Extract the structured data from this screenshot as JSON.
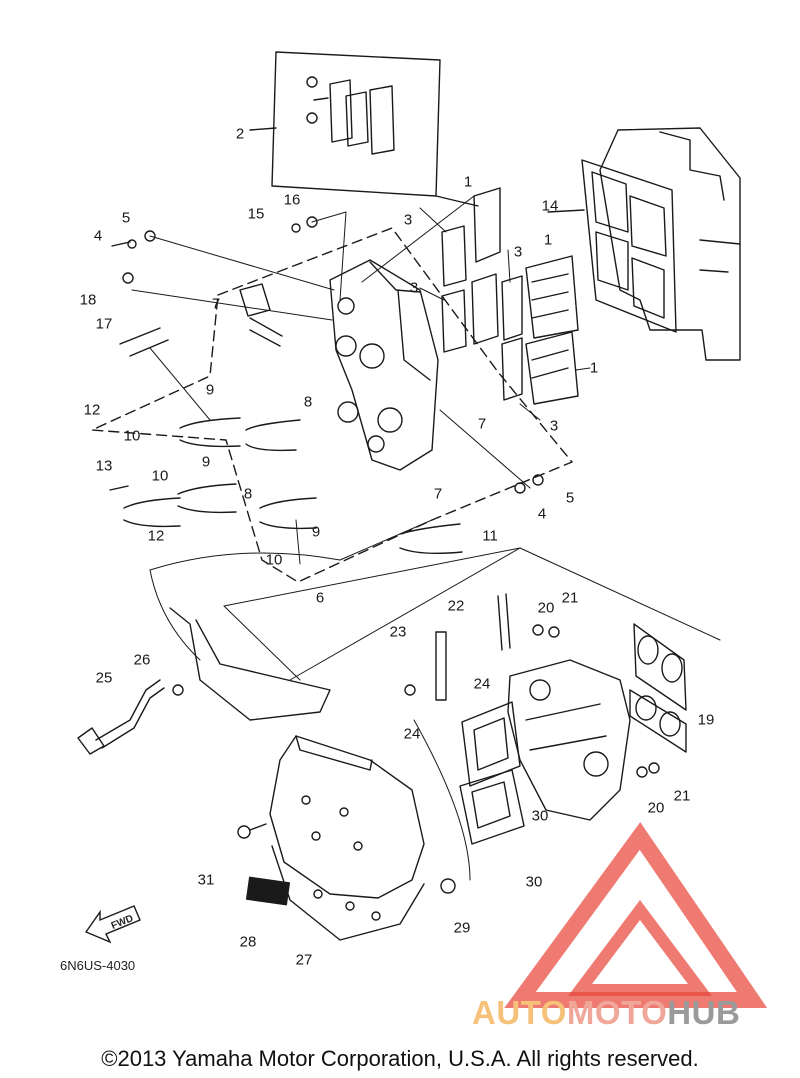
{
  "diagram": {
    "callouts": [
      "1",
      "1",
      "1",
      "2",
      "3",
      "3",
      "3",
      "3",
      "4",
      "4",
      "5",
      "5",
      "6",
      "7",
      "7",
      "7",
      "8",
      "8",
      "9",
      "9",
      "9",
      "10",
      "10",
      "10",
      "11",
      "12",
      "12",
      "13",
      "14",
      "15",
      "16",
      "17",
      "18",
      "19",
      "20",
      "20",
      "21",
      "21",
      "22",
      "23",
      "24",
      "24",
      "25",
      "26",
      "27",
      "28",
      "29",
      "30",
      "30",
      "31"
    ],
    "part_code": "6N6US-4030",
    "fwd_label": "FWD"
  },
  "watermark": {
    "part1": "AUTO",
    "part2": "MOTO",
    "part3": "HUB",
    "colors": {
      "orange": "#f6c27a",
      "salmon": "#f0a79a",
      "gray": "#9a9a9a",
      "triangle": "#e8473a"
    }
  },
  "footer": {
    "copyright": "©2013 Yamaha Motor Corporation, U.S.A. All rights reserved."
  }
}
